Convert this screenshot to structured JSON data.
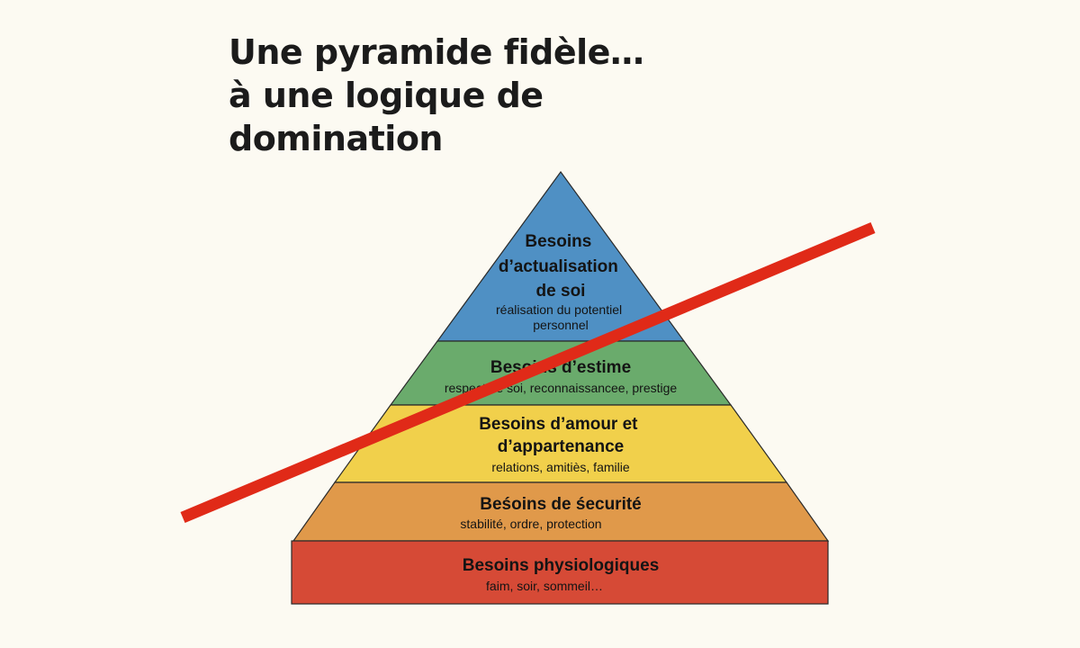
{
  "title": {
    "line1": "Une pyramide fidèle…",
    "line2": "à une logique de",
    "line3": "domination"
  },
  "levels": [
    {
      "title_lines": [
        "Besoins",
        "d’actualisation",
        "de soi"
      ],
      "sub_lines": [
        "réalisation du potentiel",
        "personnel"
      ],
      "color": "#4f90c4"
    },
    {
      "title_lines": [
        "Besoins d’estime"
      ],
      "sub_lines": [
        "respect de soi, reconnaissancee, prestige"
      ],
      "color": "#6aab6c"
    },
    {
      "title_lines": [
        "Besoins d’amour et",
        "d’appartenance"
      ],
      "sub_lines": [
        "relations, amitiès, familie"
      ],
      "color": "#f1d04b"
    },
    {
      "title_lines": [
        "Beśoins de śecurité"
      ],
      "sub_lines": [
        "stabilité, ordre, protection"
      ],
      "color": "#e0994a"
    },
    {
      "title_lines": [
        "Besoins physiologiques"
      ],
      "sub_lines": [
        "faim, soir, sommeil…"
      ],
      "color": "#d64a36"
    }
  ],
  "strike_color": "#e02a18"
}
